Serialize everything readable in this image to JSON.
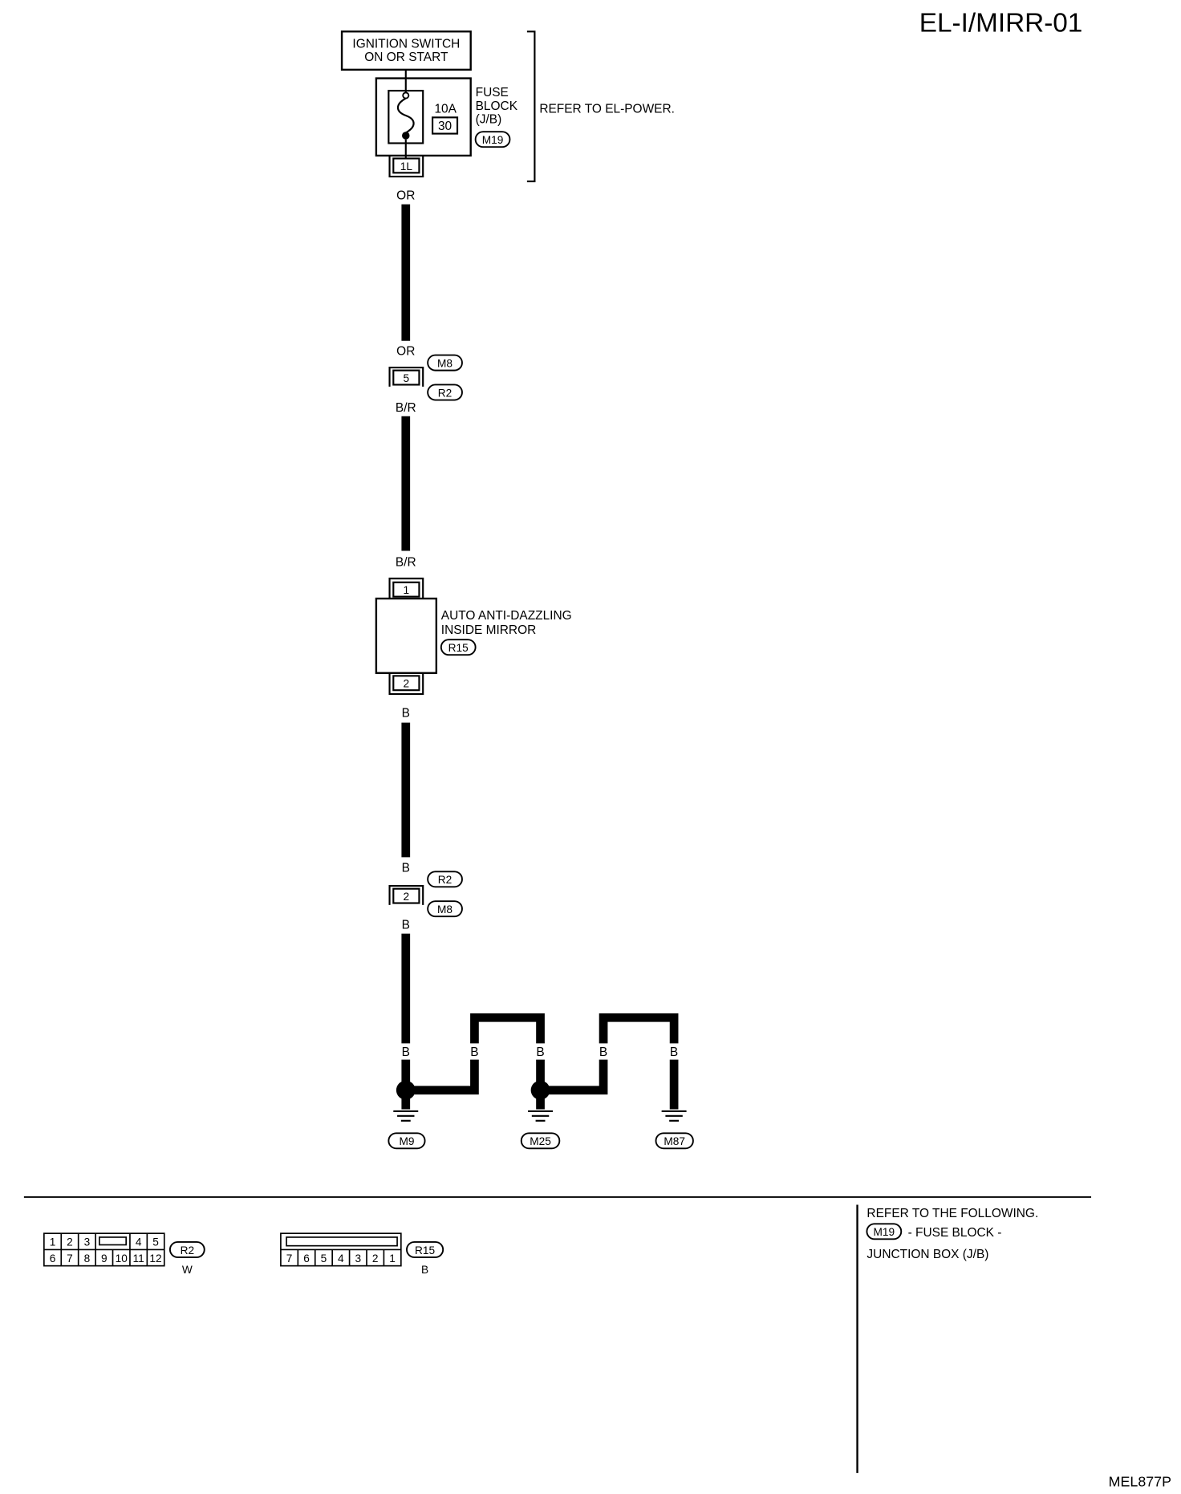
{
  "diagram_code": "EL-I/MIRR-01",
  "figure_id": "MEL877P",
  "ignition_switch": {
    "line1": "IGNITION SWITCH",
    "line2": "ON OR START"
  },
  "fuse_block": {
    "rating": "10A",
    "fuse_number": "30",
    "label": [
      "FUSE",
      "BLOCK",
      "(J/B)"
    ],
    "connector": "M19",
    "terminal": "1L"
  },
  "power_reference": "REFER TO EL-POWER.",
  "wire_colors": {
    "fuse_out": "OR",
    "joint1_in": "OR",
    "joint1_out": "B/R",
    "mirror_in": "B/R",
    "mirror_out": "B",
    "joint2_in": "B",
    "joint2_out": "B",
    "ground_branches": [
      "B",
      "B",
      "B",
      "B",
      "B"
    ]
  },
  "joint_connector_1": {
    "terminal": "5",
    "upper_connector": "M8",
    "lower_connector": "R2"
  },
  "mirror": {
    "name": [
      "AUTO ANTI-DAZZLING",
      "INSIDE MIRROR"
    ],
    "connector": "R15",
    "terminal_in": "1",
    "terminal_out": "2"
  },
  "joint_connector_2": {
    "terminal": "2",
    "upper_connector": "R2",
    "lower_connector": "M8"
  },
  "grounds": [
    "M9",
    "M25",
    "M87"
  ],
  "connector_views": [
    {
      "id": "R2",
      "color": "W",
      "top_row_left": [
        "1",
        "2",
        "3"
      ],
      "top_row_right": [
        "4",
        "5"
      ],
      "bottom_row": [
        "6",
        "7",
        "8",
        "9",
        "10",
        "11",
        "12"
      ]
    },
    {
      "id": "R15",
      "color": "B",
      "bottom_row": [
        "7",
        "6",
        "5",
        "4",
        "3",
        "2",
        "1"
      ]
    }
  ],
  "references": {
    "heading": "REFER TO THE FOLLOWING.",
    "items": [
      {
        "connector": "M19",
        "line1": "- FUSE BLOCK -",
        "line2": "JUNCTION BOX (J/B)"
      }
    ]
  }
}
